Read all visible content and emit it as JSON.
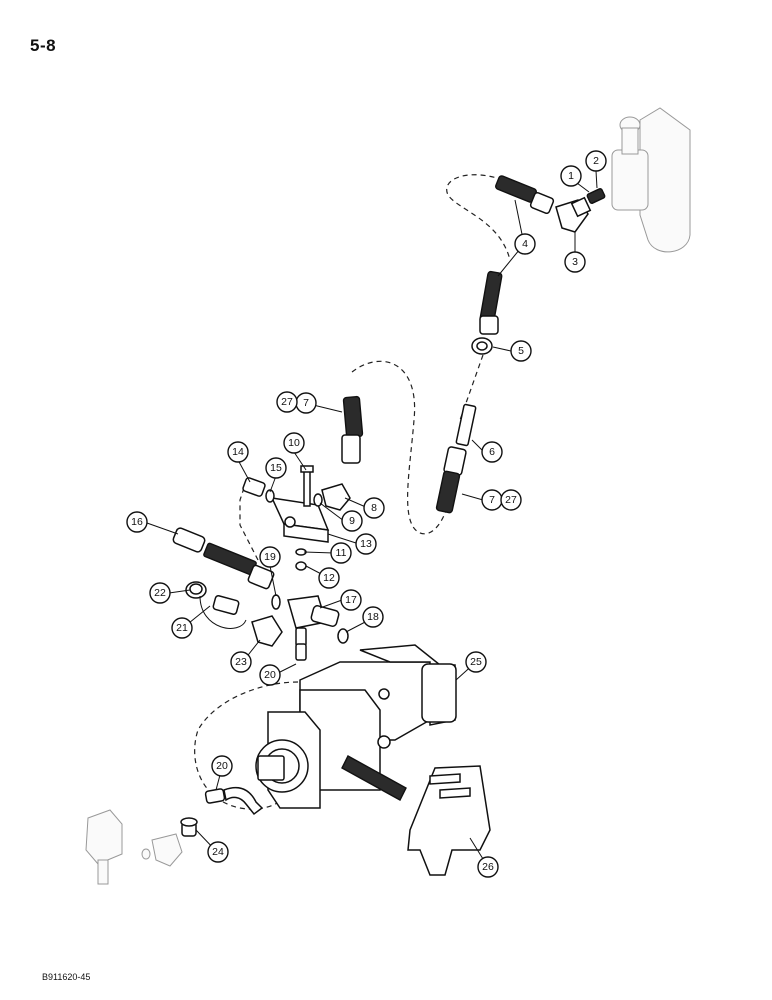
{
  "page": {
    "number": "5-8",
    "figure_code": "B911620-45"
  },
  "callouts": [
    {
      "id": "c1",
      "text": "1"
    },
    {
      "id": "c2",
      "text": "2"
    },
    {
      "id": "c3",
      "text": "3"
    },
    {
      "id": "c4",
      "text": "4"
    },
    {
      "id": "c5",
      "text": "5"
    },
    {
      "id": "c6",
      "text": "6"
    },
    {
      "id": "c7a",
      "text": "7"
    },
    {
      "id": "c27a",
      "text": "27"
    },
    {
      "id": "c7b",
      "text": "7"
    },
    {
      "id": "c27b",
      "text": "27"
    },
    {
      "id": "c8",
      "text": "8"
    },
    {
      "id": "c9",
      "text": "9"
    },
    {
      "id": "c10",
      "text": "10"
    },
    {
      "id": "c11",
      "text": "11"
    },
    {
      "id": "c12",
      "text": "12"
    },
    {
      "id": "c13",
      "text": "13"
    },
    {
      "id": "c14",
      "text": "14"
    },
    {
      "id": "c15",
      "text": "15"
    },
    {
      "id": "c16",
      "text": "16"
    },
    {
      "id": "c17",
      "text": "17"
    },
    {
      "id": "c18",
      "text": "18"
    },
    {
      "id": "c19",
      "text": "19"
    },
    {
      "id": "c20a",
      "text": "20"
    },
    {
      "id": "c20b",
      "text": "20"
    },
    {
      "id": "c21",
      "text": "21"
    },
    {
      "id": "c22",
      "text": "22"
    },
    {
      "id": "c23",
      "text": "23"
    },
    {
      "id": "c24",
      "text": "24"
    },
    {
      "id": "c25",
      "text": "25"
    },
    {
      "id": "c26",
      "text": "26"
    }
  ]
}
